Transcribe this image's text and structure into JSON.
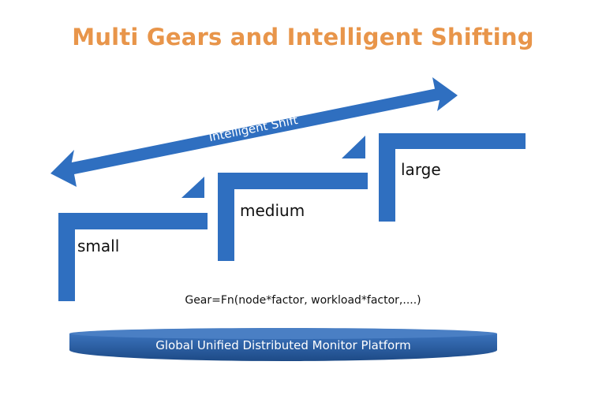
{
  "title": "Multi Gears and Intelligent Shifting",
  "arrow_label": "Intelligent Shift",
  "gears": [
    {
      "label": "small"
    },
    {
      "label": "medium"
    },
    {
      "label": "large"
    }
  ],
  "formula": "Gear=Fn(node*factor, workload*factor,....)",
  "platform": "Global Unified Distributed Monitor Platform",
  "colors": {
    "title": "#e8954a",
    "shape_blue": "#2f6fc0",
    "platform_top": "#4a7fc4",
    "platform_body": "#21518f"
  }
}
